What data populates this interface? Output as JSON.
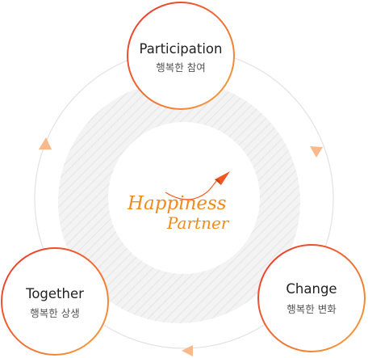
{
  "center": {
    "line1": "Happiness",
    "line2": "Partner",
    "brand_color": "#f08a1c",
    "plane_color": "#f05a22"
  },
  "nodes": [
    {
      "title": "Participation",
      "subtitle": "행복한 참여"
    },
    {
      "title": "Change",
      "subtitle": "행복한 변화"
    },
    {
      "title": "Together",
      "subtitle": "행복한 상생"
    }
  ],
  "colors": {
    "ring_gradient_start": "#e8342b",
    "ring_gradient_end": "#f7a33a",
    "arrow": "#f9b98a",
    "orbit": "#e2e2e2",
    "hatch_bg": "#f2f2f2",
    "hatch_line": "#e3e3e3"
  },
  "icons": [
    "paper-plane-icon",
    "cycle-arrow-icon"
  ]
}
